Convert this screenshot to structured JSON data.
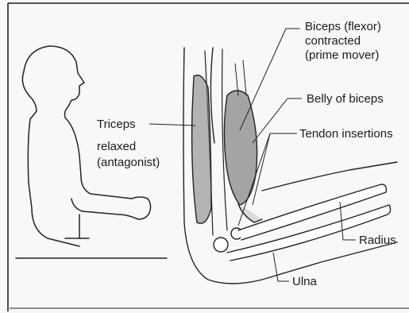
{
  "labels": {
    "biceps_line1": "Biceps (flexor)",
    "biceps_line2": "contracted",
    "biceps_line3": "(prime mover)",
    "belly": "Belly of biceps",
    "triceps_line1": "Triceps",
    "triceps_line2": "relaxed",
    "triceps_line3": "(antagonist)",
    "tendon": "Tendon insertions",
    "radius": "Radius",
    "ulna": "Ulna"
  }
}
